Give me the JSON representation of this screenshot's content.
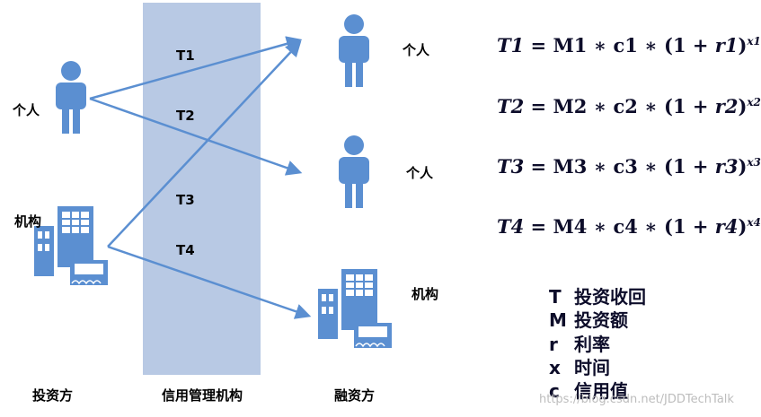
{
  "band_label": "信用管理机构",
  "investor": {
    "heading": "投资方",
    "person_label": "个人",
    "org_label": "机构"
  },
  "financier": {
    "heading": "融资方",
    "person1_label": "个人",
    "person2_label": "个人",
    "org_label": "机构"
  },
  "flows": [
    {
      "label": "T1"
    },
    {
      "label": "T2"
    },
    {
      "label": "T3"
    },
    {
      "label": "T4"
    }
  ],
  "formulas": [
    {
      "T": "T1",
      "M": "M1",
      "c": "c1",
      "r": "r1",
      "x": "x1"
    },
    {
      "T": "T2",
      "M": "M2",
      "c": "c2",
      "r": "r2",
      "x": "x2"
    },
    {
      "T": "T3",
      "M": "M3",
      "c": "c3",
      "r": "r3",
      "x": "x3"
    },
    {
      "T": "T4",
      "M": "M4",
      "c": "c4",
      "r": "r4",
      "x": "x4"
    }
  ],
  "legend": [
    {
      "key": "T",
      "desc": "投资收回"
    },
    {
      "key": "M",
      "desc": "投资额"
    },
    {
      "key": "r",
      "desc": "利率"
    },
    {
      "key": "x",
      "desc": "时间"
    },
    {
      "key": "c",
      "desc": "信用值"
    }
  ],
  "watermark": "https://blog.csdn.net/JDDTechTalk",
  "colors": {
    "band": "#b8c9e4",
    "icon": "#5b8fd1",
    "arrow": "#5b8fd1"
  }
}
